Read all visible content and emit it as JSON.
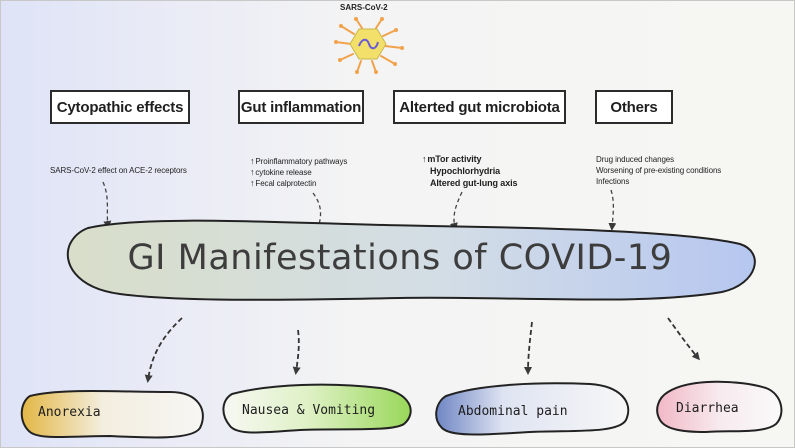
{
  "virus": {
    "label": "SARS-CoV-2",
    "icon": "virus-icon"
  },
  "causes": [
    {
      "id": "cytopathic",
      "title": "Cytopathic effects",
      "details": [
        "SARS-CoV-2 effect on ACE-2 receptors"
      ]
    },
    {
      "id": "inflammation",
      "title": "Gut inflammation",
      "details": [
        "Proinflammatory pathways",
        "cytokine release",
        "Fecal calprotectin"
      ]
    },
    {
      "id": "microbiota",
      "title": "Alterted gut microbiota",
      "details": [
        "mTor activity",
        "Hypochlorhydria",
        "Altered gut-lung axis"
      ]
    },
    {
      "id": "others",
      "title": "Others",
      "details": [
        "Drug induced changes",
        "Worsening of pre-existing conditions",
        "Infections"
      ]
    }
  ],
  "center": {
    "title": "GI Manifestations of COVID-19"
  },
  "outcomes": [
    {
      "id": "anorexia",
      "label": "Anorexia",
      "color": "#e3b745"
    },
    {
      "id": "nausea",
      "label": "Nausea & Vomiting",
      "color": "#a6dc6a"
    },
    {
      "id": "abdominal",
      "label": "Abdominal pain",
      "color": "#6f86c4"
    },
    {
      "id": "diarrhea",
      "label": "Diarrhea",
      "color": "#f1b8c6"
    }
  ],
  "colors": {
    "center_fill_left": "#d8dec9",
    "center_fill_right": "#b9c9ef",
    "virus_body": "#f3e06a",
    "virus_spikes": "#f2a24a"
  }
}
